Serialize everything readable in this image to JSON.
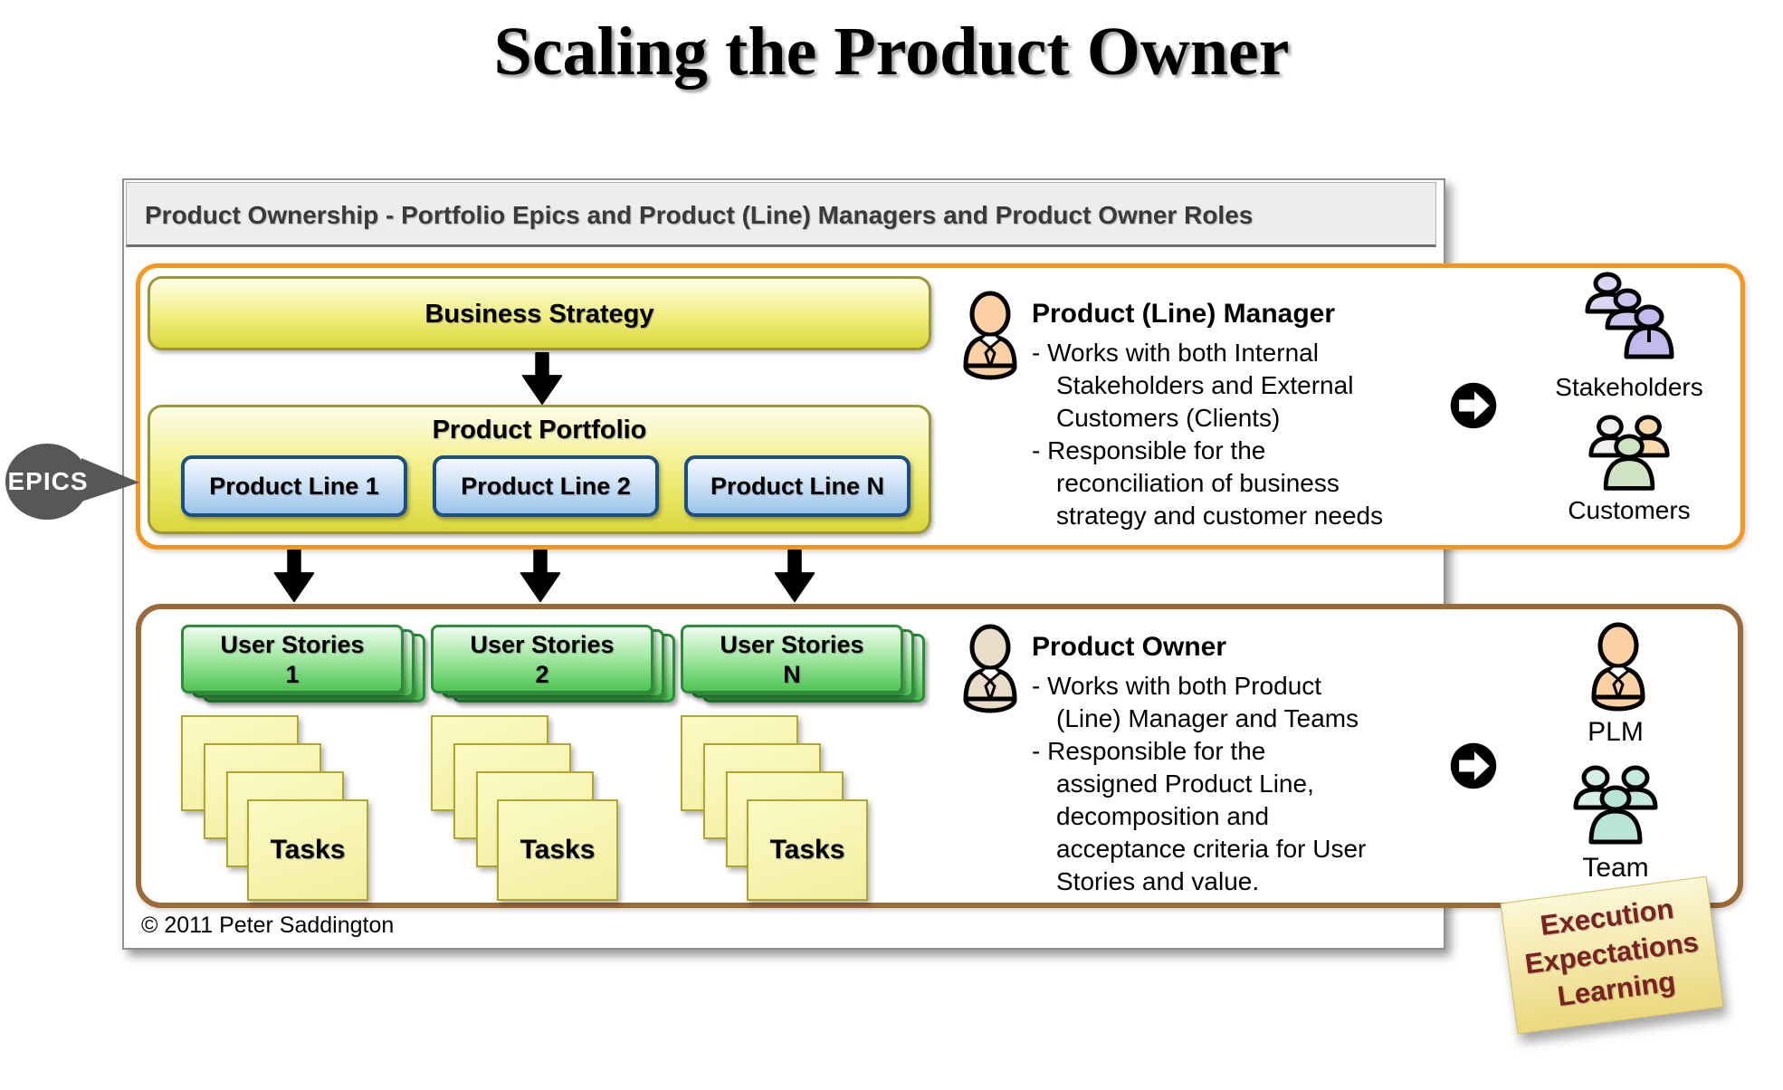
{
  "title": "Scaling the Product Owner",
  "panel": {
    "header": "Product Ownership - Portfolio Epics and Product (Line) Managers and Product Owner Roles",
    "copyright": "© 2011 Peter Saddington"
  },
  "epics": {
    "label": "EPICS"
  },
  "strategy_section": {
    "business_strategy": "Business Strategy",
    "product_portfolio": "Product Portfolio",
    "product_lines": [
      {
        "label": "Product Line 1"
      },
      {
        "label": "Product Line 2"
      },
      {
        "label": "Product Line N"
      }
    ],
    "manager": {
      "heading": "Product (Line) Manager",
      "bullets": [
        "- Works with both Internal",
        "Stakeholders and External",
        "Customers (Clients)",
        "- Responsible for the",
        "reconciliation of business",
        "strategy and customer needs"
      ]
    },
    "stakeholders_label": "Stakeholders",
    "customers_label": "Customers"
  },
  "owner_section": {
    "user_stories": [
      {
        "line1": "User Stories",
        "line2": "1"
      },
      {
        "line1": "User Stories",
        "line2": "2"
      },
      {
        "line1": "User Stories",
        "line2": "N"
      }
    ],
    "tasks_label": "Tasks",
    "owner": {
      "heading": "Product Owner",
      "bullets": [
        "- Works with both Product",
        "(Line) Manager and Teams",
        "- Responsible for the",
        "assigned Product Line,",
        "decomposition and",
        "acceptance criteria for User",
        "Stories and value."
      ]
    },
    "plm_label": "PLM",
    "team_label": "Team"
  },
  "sticky_note": {
    "lines": [
      "Execution",
      "Expectations",
      "Learning"
    ]
  },
  "colors": {
    "orange_border": "#f8951d",
    "brown_border": "#9c6a38",
    "yellow_box_border": "#9e9733",
    "blue_box_border": "#1a4e85",
    "green_box_border": "#2b8c3b",
    "epics_bubble": "#57575a",
    "sticky_text": "#7b2121",
    "manager_skin": "#fbd0a2",
    "owner_skin": "#e9dcc9"
  }
}
